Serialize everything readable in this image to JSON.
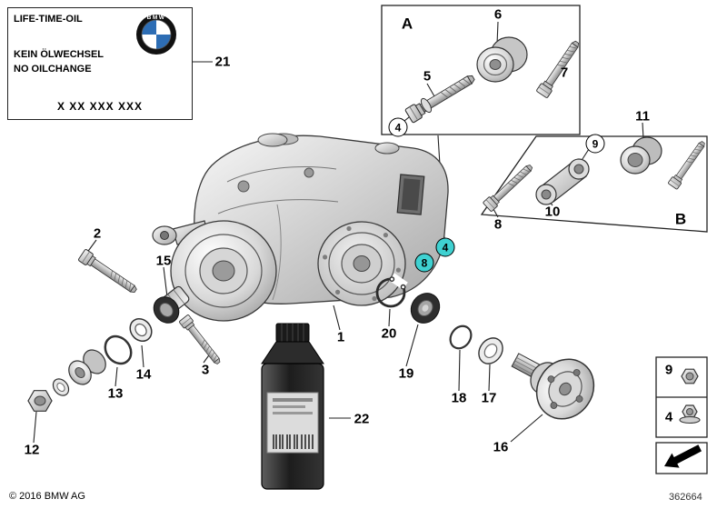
{
  "page": {
    "copyright": "© 2016 BMW AG",
    "diagram_id": "362664"
  },
  "info_label": {
    "title": "LIFE-TIME-OIL",
    "line_de": "KEIN ÖLWECHSEL",
    "line_en": "NO OILCHANGE",
    "part_code": "X XX XXX XXX",
    "logo_text": "BMW",
    "logo": "bmw-roundel-icon"
  },
  "sections": {
    "a_label": "A",
    "b_label": "B"
  },
  "callouts": {
    "p1": "1",
    "p2": "2",
    "p3": "3",
    "p5": "5",
    "p6": "6",
    "p7": "7",
    "p8": "8",
    "p10": "10",
    "p11": "11",
    "p12": "12",
    "p13": "13",
    "p14": "14",
    "p15": "15",
    "p16": "16",
    "p17": "17",
    "p18": "18",
    "p19": "19",
    "p20": "20",
    "p21": "21",
    "p22": "22",
    "circled_4a": "4",
    "circled_9b": "9",
    "highlight_4": "4",
    "highlight_8": "8"
  },
  "legend": {
    "row1_label": "9",
    "row2_label": "4",
    "row1_icon": "collar-nut-icon",
    "row2_icon": "flange-nut-icon",
    "arrow_icon": "direction-arrow-icon"
  },
  "colors": {
    "highlight": "#3fd1d1",
    "bmw_blue": "#2d6db4"
  }
}
